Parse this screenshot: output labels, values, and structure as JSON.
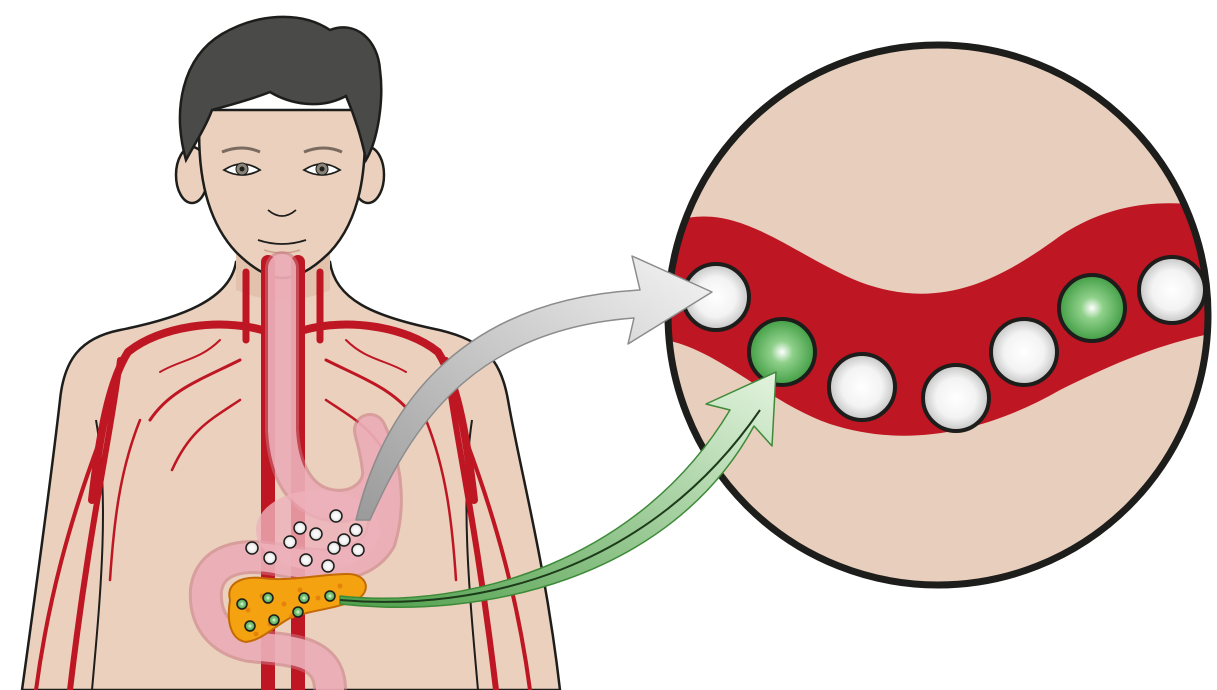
{
  "colors": {
    "skin": "#ead0bd",
    "skin_shadow": "#dfbfa9",
    "outline": "#1d1d1b",
    "hair": "#4a4a49",
    "blood": "#be1622",
    "digestive_tract": "#e7a4b0",
    "pancreas": "#f4a20f",
    "pancreas_spots": "#e47f0b",
    "glucose_particle": "#f2f2f2",
    "hormone_particle": "#4dac47",
    "gray_arrow": "#a8a8a8",
    "green_arrow": "#a7d79d",
    "magnifier_border": "#1d1d1b"
  },
  "icons": {
    "person": "human-torso-illustration",
    "stomach": "stomach-icon",
    "pancreas": "pancreas-icon",
    "blood_vessel": "blood-vessel-icon"
  },
  "magnified_vessel": {
    "particles": [
      "white",
      "green",
      "white",
      "white",
      "white",
      "green",
      "white"
    ]
  },
  "stomach_particles": {
    "count": 12,
    "kind": "white"
  },
  "pancreas_particles": {
    "count": 7,
    "kind": "green"
  },
  "arrows": [
    {
      "from": "stomach",
      "to": "magnified-blood-vessel",
      "color": "gray"
    },
    {
      "from": "pancreas",
      "to": "magnified-blood-vessel",
      "color": "green"
    }
  ]
}
